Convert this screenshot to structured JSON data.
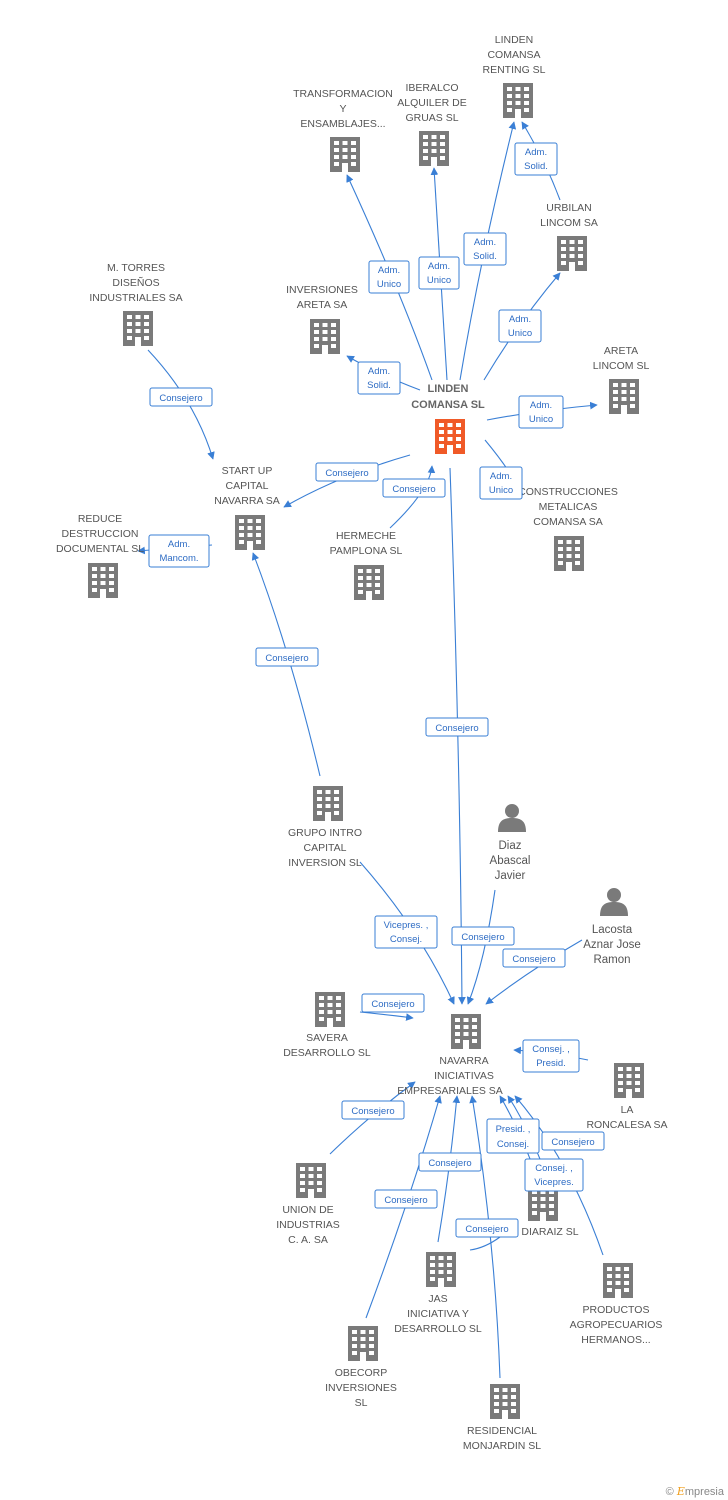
{
  "nodes": {
    "linden": [
      "LINDEN",
      "COMANSA SL"
    ],
    "transformacion": [
      "TRANSFORMACION",
      "Y",
      "ENSAMBLAJES..."
    ],
    "iberalco": [
      "IBERALCO",
      "ALQUILER DE",
      "GRUAS  SL"
    ],
    "linden_renting": [
      "LINDEN",
      "COMANSA",
      "RENTING SL"
    ],
    "urbilan": [
      "URBILAN",
      "LINCOM SA"
    ],
    "areta_lincom": [
      "ARETA",
      "LINCOM SL"
    ],
    "inversiones_areta": [
      "INVERSIONES",
      "ARETA SA"
    ],
    "torres": [
      "M.  TORRES",
      "DISEÑOS",
      "INDUSTRIALES SA"
    ],
    "startup": [
      "START UP",
      "CAPITAL",
      "NAVARRA SA"
    ],
    "reduce": [
      "REDUCE",
      "DESTRUCCION",
      "DOCUMENTAL SL"
    ],
    "hermeche": [
      "HERMECHE",
      "PAMPLONA SL"
    ],
    "construcciones": [
      "CONSTRUCCIONES",
      "METALICAS",
      "COMANSA SA"
    ],
    "grupo_intro": [
      "GRUPO INTRO",
      "CAPITAL",
      "INVERSION SL"
    ],
    "diaz": [
      "Diaz",
      "Abascal",
      "Javier"
    ],
    "lacosta": [
      "Lacosta",
      "Aznar Jose",
      "Ramon"
    ],
    "savera": [
      "SAVERA",
      "DESARROLLO SL"
    ],
    "navarra": [
      "NAVARRA",
      "INICIATIVAS",
      "EMPRESARIALES SA"
    ],
    "roncalesa": [
      "LA",
      "RONCALESA SA"
    ],
    "diaraiz": [
      "DIARAIZ SL"
    ],
    "union": [
      "UNION DE",
      "INDUSTRIAS",
      "C.  A. SA"
    ],
    "productos": [
      "PRODUCTOS",
      "AGROPECUARIOS",
      "HERMANOS..."
    ],
    "jas": [
      "JAS",
      "INICIATIVA Y",
      "DESARROLLO SL"
    ],
    "obecorp": [
      "OBECORP",
      "INVERSIONES",
      "SL"
    ],
    "residencial": [
      "RESIDENCIAL",
      "MONJARDIN SL"
    ]
  },
  "edge_labels": {
    "adm_unico_1": [
      "Adm.",
      "Unico"
    ],
    "adm_unico_2": [
      "Adm.",
      "Unico"
    ],
    "adm_solid_1": [
      "Adm.",
      "Solid."
    ],
    "adm_solid_2": [
      "Adm.",
      "Solid."
    ],
    "adm_unico_3": [
      "Adm.",
      "Unico"
    ],
    "adm_solid_3": [
      "Adm.",
      "Solid."
    ],
    "adm_unico_4": [
      "Adm.",
      "Unico"
    ],
    "adm_unico_5": [
      "Adm.",
      "Unico"
    ],
    "consejero_torres": [
      "Consejero"
    ],
    "consejero_linden_startup": [
      "Consejero"
    ],
    "consejero_hermeche": [
      "Consejero"
    ],
    "adm_mancom": [
      "Adm.",
      "Mancom."
    ],
    "consejero_grupo_startup": [
      "Consejero"
    ],
    "consejero_linden_navarra": [
      "Consejero"
    ],
    "vicepres_consej": [
      "Vicepres. ,",
      "Consej."
    ],
    "consejero_diaz": [
      "Consejero"
    ],
    "consejero_lacosta": [
      "Consejero"
    ],
    "consejero_savera": [
      "Consejero"
    ],
    "consej_presid": [
      "Consej. ,",
      "Presid."
    ],
    "consejero_union": [
      "Consejero"
    ],
    "presid_consej": [
      "Presid. ,",
      "Consej."
    ],
    "consejero_roncalesa": [
      "Consejero"
    ],
    "consejero_jas": [
      "Consejero"
    ],
    "consej_vicepres": [
      "Consej. ,",
      "Vicepres."
    ],
    "consejero_obecorp": [
      "Consejero"
    ],
    "consejero_residencial": [
      "Consejero"
    ]
  },
  "watermark": {
    "copyright": "©",
    "brand_initial": "E",
    "brand_rest": "mpresia"
  },
  "colors": {
    "edge": "#3a7fd5",
    "building": "#7a7a7a",
    "focus_building": "#f05a28",
    "person": "#7a7a7a"
  },
  "icons": {
    "company": "building-icon",
    "focus_company": "building-icon-highlighted",
    "person": "person-icon"
  }
}
